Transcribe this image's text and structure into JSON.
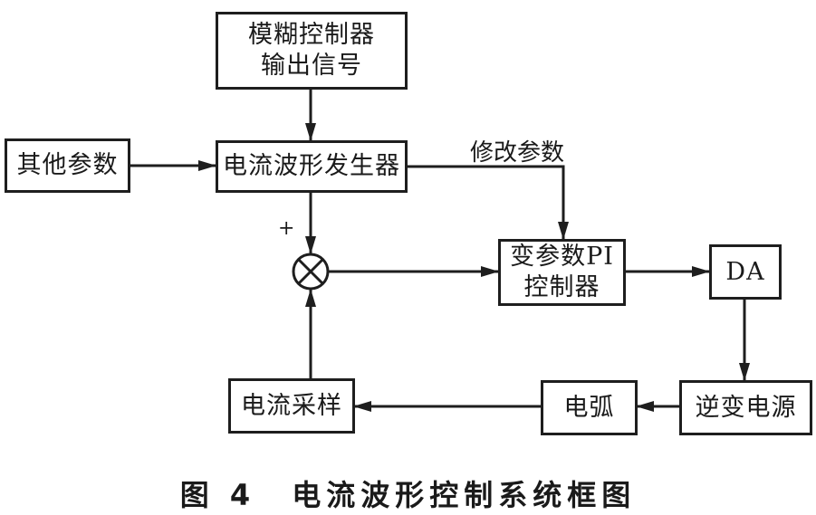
{
  "diagram": {
    "type": "block-diagram",
    "blocks": {
      "fuzzy_output": {
        "lines": [
          "模糊控制器",
          "输出信号"
        ]
      },
      "waveform_generator": {
        "lines": [
          "电流波形发生器"
        ]
      },
      "other_params": {
        "lines": [
          "其他参数"
        ]
      },
      "pi_controller": {
        "lines": [
          "变参数PI",
          "控制器"
        ]
      },
      "da": {
        "lines": [
          "DA"
        ]
      },
      "inverter": {
        "lines": [
          "逆变电源"
        ]
      },
      "arc": {
        "lines": [
          "电弧"
        ]
      },
      "current_sampling": {
        "lines": [
          "电流采样"
        ]
      }
    },
    "junction": {
      "symbol": "⊗",
      "plus_sign": "+"
    },
    "edge_labels": {
      "modify_params": "修改参数"
    },
    "edges": [
      {
        "from": "模糊控制器输出信号",
        "to": "电流波形发生器"
      },
      {
        "from": "其他参数",
        "to": "电流波形发生器"
      },
      {
        "from": "电流波形发生器",
        "to": "求和点",
        "sign": "+"
      },
      {
        "from": "电流波形发生器",
        "to": "变参数PI控制器",
        "label": "修改参数"
      },
      {
        "from": "求和点",
        "to": "变参数PI控制器"
      },
      {
        "from": "变参数PI控制器",
        "to": "DA"
      },
      {
        "from": "DA",
        "to": "逆变电源"
      },
      {
        "from": "逆变电源",
        "to": "电弧"
      },
      {
        "from": "电弧",
        "to": "电流采样"
      },
      {
        "from": "电流采样",
        "to": "求和点"
      }
    ]
  },
  "caption": {
    "figure_number": "图 4",
    "title": "电流波形控制系统框图"
  }
}
